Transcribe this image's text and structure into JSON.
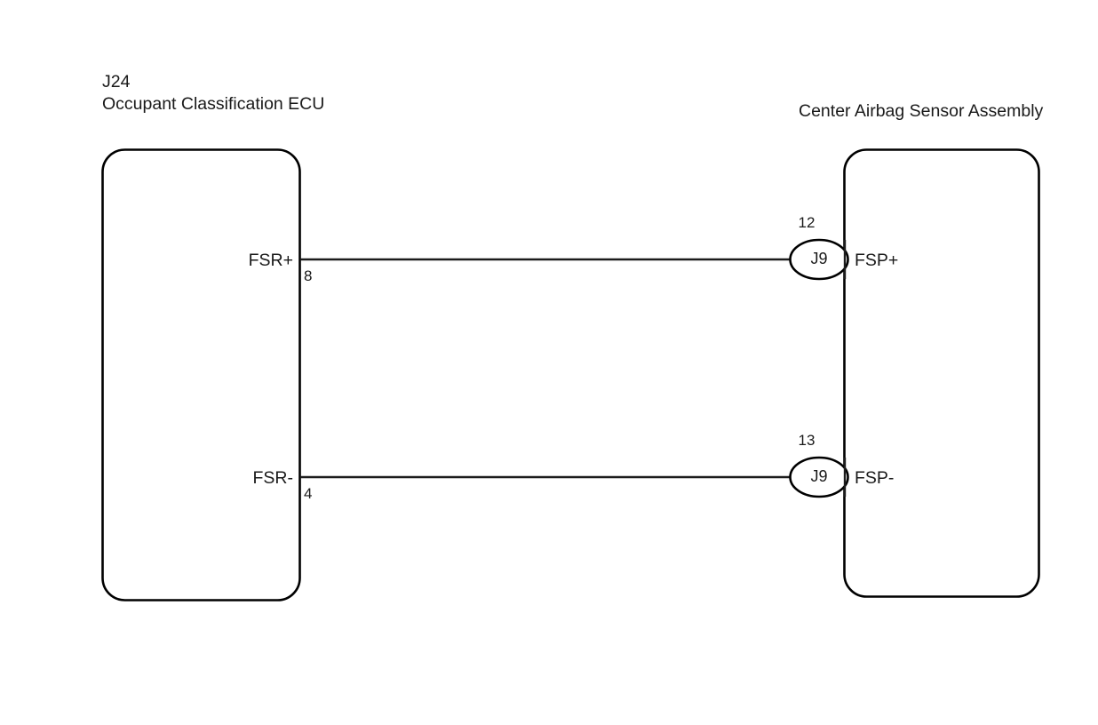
{
  "diagram": {
    "type": "automotive-wiring-diagram",
    "background_color": "#ffffff",
    "line_color": "#000000",
    "text_color": "#1a1a1a",
    "left_unit": {
      "connector_code": "J24",
      "name": "Occupant Classification ECU",
      "terminals": [
        {
          "label": "FSR+",
          "pin": "8"
        },
        {
          "label": "FSR-",
          "pin": "4"
        }
      ]
    },
    "right_unit": {
      "name": "Center Airbag Sensor Assembly",
      "terminals": [
        {
          "label": "FSP+",
          "pin": "12",
          "connector": "J9"
        },
        {
          "label": "FSP-",
          "pin": "13",
          "connector": "J9"
        }
      ]
    },
    "wires": [
      {
        "from": "FSR+",
        "to": "FSP+"
      },
      {
        "from": "FSR-",
        "to": "FSP-"
      }
    ]
  }
}
